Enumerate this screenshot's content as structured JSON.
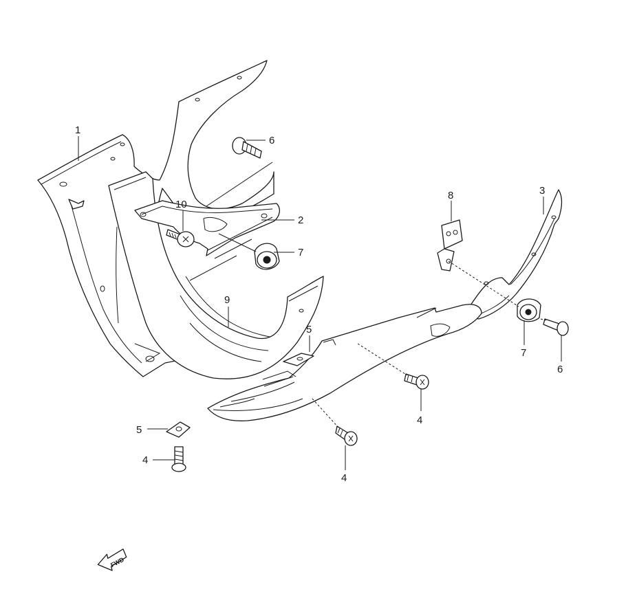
{
  "callouts": {
    "c1": "1",
    "c2": "2",
    "c3": "3",
    "c4a": "4",
    "c4b": "4",
    "c4c": "4",
    "c5a": "5",
    "c5b": "5",
    "c6a": "6",
    "c6b": "6",
    "c7a": "7",
    "c7b": "7",
    "c8": "8",
    "c9": "9",
    "c10": "10"
  },
  "fwd_label": "FWD"
}
